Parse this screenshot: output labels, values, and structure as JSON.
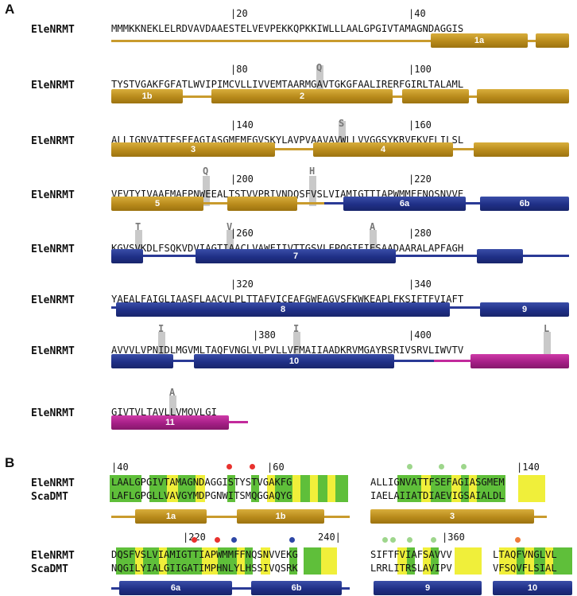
{
  "panels": {
    "a": "A",
    "b": "B"
  },
  "seq_name": "EleNRMT",
  "seq_name2": "ScaDMT",
  "rows": [
    {
      "ticks": [
        "|20",
        "|40"
      ],
      "seq": "MMMKKNEKLELRDVAVDAAESTELVEVPEKKQPKKIWLLLAALGPGIVTAMAGNDAGGIS",
      "helices": [
        "1a"
      ]
    },
    {
      "ticks": [
        "|80",
        "|100"
      ],
      "mut": [
        "Q"
      ],
      "seq": "TYSTVGAKFGFATLWVIPIMCVLLIVVEMTAARMGAVTGKGFAALIRERFGIRLTALAML",
      "helices": [
        "1b",
        "2"
      ]
    },
    {
      "ticks": [
        "|140",
        "|160"
      ],
      "mut": [
        "S"
      ],
      "seq": "ALLIGNVATTFSEFAGIASGMEMFGVSKYLAVPVAAVAVWLLVVGGSYKRVEKVFLILSL",
      "helices": [
        "3",
        "4"
      ]
    },
    {
      "ticks": [
        "|200",
        "|220"
      ],
      "mut": [
        "Q",
        "H"
      ],
      "seq": "VFVTYIVAAFMAEPNWEEALTSTVVPRIVNDQSFVSLVIAMIGTTIAPWMMFFNQSNVVE",
      "helices": [
        "5",
        "6a",
        "6b"
      ]
    },
    {
      "ticks": [
        "|260",
        "|280"
      ],
      "mut": [
        "T",
        "V",
        "A"
      ],
      "seq": "KGVSVKDLFSQKVDVIAGTIAACLVAWFIIVTTGSVLFPQGIEIESAADAARALAPFAGH",
      "helices": [
        "7"
      ]
    },
    {
      "ticks": [
        "|320",
        "|340"
      ],
      "seq": "YAEALFAIGLIAASFLAACVLPLTTAFVICEAFGWEAGVSFKWKEAPLFKSIFTFVIAFT",
      "helices": [
        "8",
        "9"
      ]
    },
    {
      "ticks": [
        "|380",
        "|400"
      ],
      "mut": [
        "I",
        "I",
        "L"
      ],
      "seq": "AVVVLVPNIDLMGVMLTAQFVNGLVLPVLLVFMAIIAADKRVMGAYRSRIVSRVLIWVTV",
      "helices": [
        "10"
      ]
    },
    {
      "mut": [
        "A"
      ],
      "seq": "GIVTVLTAVLLVMQVLGI",
      "helices": [
        "11"
      ]
    }
  ],
  "alignment": {
    "block1": {
      "tick_start": "|40",
      "tick_mid": "|60",
      "ele": "LAALGPGIVTAMAGNDAGGISTYSTVGAKFG",
      "sca": "LAFLGPGLLVAVGYMDPGNWITSMQGGAQYG",
      "helices": [
        "1a",
        "1b"
      ]
    },
    "block2": {
      "tick_end": "|140",
      "ele": "ALLIGNVATTFSEFAGIASGMEM",
      "sca": "IAELAIIATDIAEVIGSAIALDL",
      "helices": [
        "3"
      ]
    },
    "block3": {
      "tick_start": "|220",
      "tick_end": "240|",
      "ele": "DQSFVSLVIAMIGTTIAPWMMFFNQSNVVEKG",
      "sca": "NQGILYIALGIIGATIMPHNLYLHSSIVQSRK",
      "helices": [
        "6a",
        "6b"
      ]
    },
    "block4": {
      "tick_mid": "|360",
      "ele": "SIFTFVIAFSAVVV",
      "sca": "LRRLITRSLAVIPV",
      "helices": [
        "9"
      ]
    },
    "block5": {
      "ele": "LTAQFVNGLVL",
      "sca": "VFSQVFLSIAL",
      "helices": [
        "10"
      ]
    }
  },
  "colors": {
    "gold": "#c99b2d",
    "blue": "#1f2f86",
    "magenta": "#b3238f",
    "green_hl": "#5fbf3a",
    "yellow_hl": "#f0ef3a",
    "red_dot": "#e8322e",
    "blue_dot": "#2d47a6",
    "green_dot": "#9ed68c",
    "orange_dot": "#ef7a3a"
  }
}
